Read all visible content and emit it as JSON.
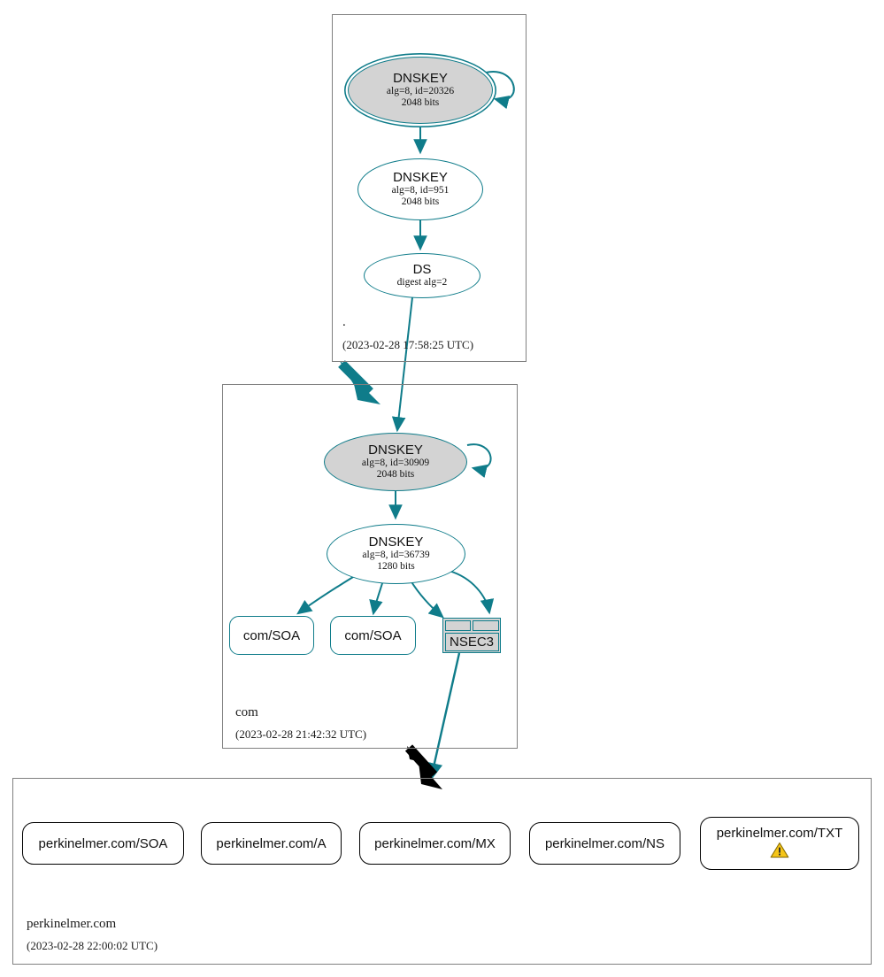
{
  "diagram": {
    "title": "DNSSEC authentication chain for perkinelmer.com",
    "colors": {
      "secure_teal": "#0f7c8a",
      "node_fill_grey": "#d3d3d3",
      "zone_border": "#808080",
      "insecure_black": "#000000",
      "warning_yellow": "#f5c518"
    }
  },
  "zones": [
    {
      "id": "root",
      "name": ".",
      "timestamp": "(2023-02-28 17:58:25 UTC)",
      "nodes": [
        {
          "id": "root-ksk",
          "kind": "DNSKEY",
          "type_label": "DNSKEY",
          "detail": "alg=8, id=20326",
          "size": "2048 bits",
          "trust_anchor": true,
          "self_signed": true
        },
        {
          "id": "root-zsk",
          "kind": "DNSKEY",
          "type_label": "DNSKEY",
          "detail": "alg=8, id=951",
          "size": "2048 bits",
          "trust_anchor": false,
          "self_signed": false
        },
        {
          "id": "root-ds",
          "kind": "DS",
          "type_label": "DS",
          "detail": "digest alg=2",
          "size": "",
          "trust_anchor": false,
          "self_signed": false
        }
      ]
    },
    {
      "id": "com",
      "name": "com",
      "timestamp": "(2023-02-28 21:42:32 UTC)",
      "nodes": [
        {
          "id": "com-ksk",
          "kind": "DNSKEY",
          "type_label": "DNSKEY",
          "detail": "alg=8, id=30909",
          "size": "2048 bits",
          "trust_anchor": false,
          "self_signed": true
        },
        {
          "id": "com-zsk",
          "kind": "DNSKEY",
          "type_label": "DNSKEY",
          "detail": "alg=8, id=36739",
          "size": "1280 bits",
          "trust_anchor": false,
          "self_signed": false
        },
        {
          "id": "com-soa-1",
          "kind": "RRSET",
          "type_label": "com/SOA",
          "detail": "",
          "size": "",
          "trust_anchor": false,
          "self_signed": false
        },
        {
          "id": "com-soa-2",
          "kind": "RRSET",
          "type_label": "com/SOA",
          "detail": "",
          "size": "",
          "trust_anchor": false,
          "self_signed": false
        },
        {
          "id": "com-nsec3",
          "kind": "NSEC3",
          "type_label": "NSEC3",
          "detail": "",
          "size": "",
          "trust_anchor": false,
          "self_signed": false
        }
      ]
    },
    {
      "id": "perkinelmer",
      "name": "perkinelmer.com",
      "timestamp": "(2023-02-28 22:00:02 UTC)",
      "nodes": [
        {
          "id": "pk-soa",
          "kind": "RRSET",
          "type_label": "perkinelmer.com/SOA",
          "detail": "",
          "size": "",
          "status": "insecure",
          "warning": false
        },
        {
          "id": "pk-a",
          "kind": "RRSET",
          "type_label": "perkinelmer.com/A",
          "detail": "",
          "size": "",
          "status": "insecure",
          "warning": false
        },
        {
          "id": "pk-mx",
          "kind": "RRSET",
          "type_label": "perkinelmer.com/MX",
          "detail": "",
          "size": "",
          "status": "insecure",
          "warning": false
        },
        {
          "id": "pk-ns",
          "kind": "RRSET",
          "type_label": "perkinelmer.com/NS",
          "detail": "",
          "size": "",
          "status": "insecure",
          "warning": false
        },
        {
          "id": "pk-txt",
          "kind": "RRSET",
          "type_label": "perkinelmer.com/TXT",
          "detail": "",
          "size": "",
          "status": "insecure",
          "warning": true,
          "warning_icon": "warning-triangle-icon"
        }
      ]
    }
  ],
  "edges": [
    {
      "from": "root-ksk",
      "to": "root-ksk",
      "style": "self-loop",
      "color": "teal"
    },
    {
      "from": "root-ksk",
      "to": "root-zsk",
      "style": "signs",
      "color": "teal"
    },
    {
      "from": "root-zsk",
      "to": "root-ds",
      "style": "signs",
      "color": "teal"
    },
    {
      "from": "root-ds",
      "to": "com-ksk",
      "style": "delegation",
      "color": "teal"
    },
    {
      "from": "root-zone",
      "to": "com-zone",
      "style": "zone-delegation-thick",
      "color": "teal"
    },
    {
      "from": "com-ksk",
      "to": "com-ksk",
      "style": "self-loop",
      "color": "teal"
    },
    {
      "from": "com-ksk",
      "to": "com-zsk",
      "style": "signs",
      "color": "teal"
    },
    {
      "from": "com-zsk",
      "to": "com-soa-1",
      "style": "signs",
      "color": "teal"
    },
    {
      "from": "com-zsk",
      "to": "com-soa-2",
      "style": "signs",
      "color": "teal"
    },
    {
      "from": "com-zsk",
      "to": "com-nsec3",
      "style": "signs",
      "color": "teal"
    },
    {
      "from": "com-zsk",
      "to": "com-nsec3",
      "style": "signs",
      "color": "teal"
    },
    {
      "from": "com-nsec3",
      "to": "perkinelmer-zone",
      "style": "delegation",
      "color": "teal"
    },
    {
      "from": "com-zone",
      "to": "perkinelmer-zone",
      "style": "zone-delegation-thick",
      "color": "black"
    }
  ]
}
